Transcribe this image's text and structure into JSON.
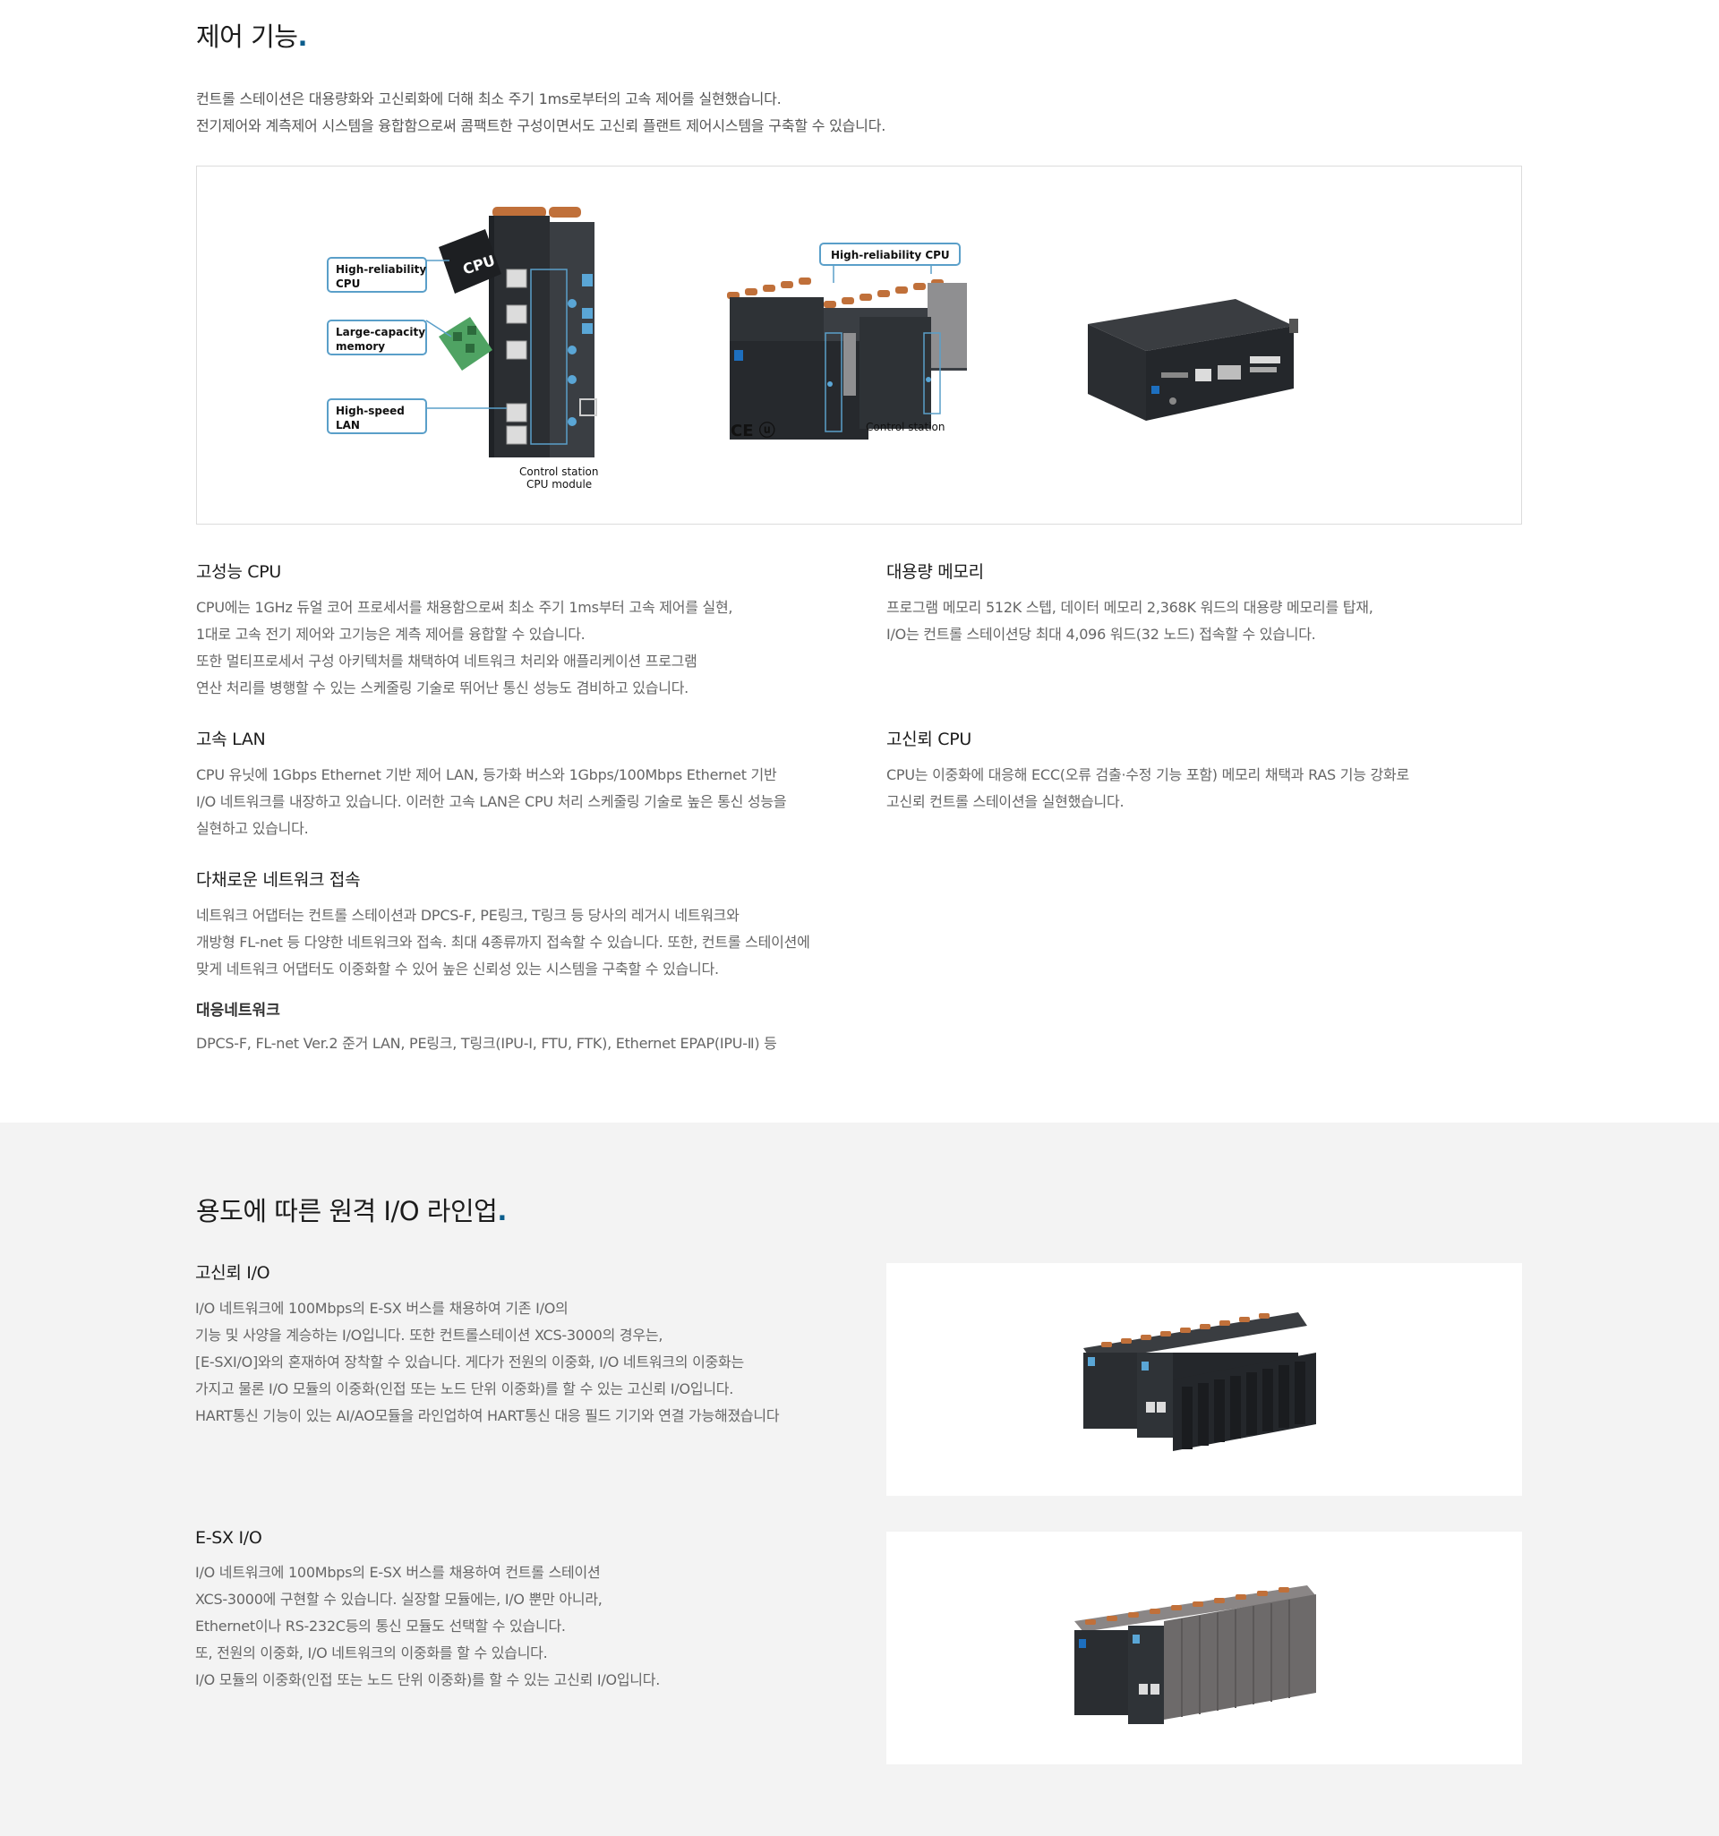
{
  "control": {
    "title": "제어 기능",
    "intro": [
      "컨트롤 스테이션은 대용량화와 고신뢰화에 더해 최소 주기 1ms로부터의 고속 제어를 실현했습니다.",
      "전기제어와 계측제어 시스템을 융합함으로써 콤팩트한 구성이면서도 고신뢰 플랜트 제어시스템을 구축할 수 있습니다."
    ],
    "figure": {
      "callout_cpu": [
        "High-reliability",
        "CPU"
      ],
      "callout_memory": [
        "Large-capacity",
        "memory"
      ],
      "callout_lan": [
        "High-speed",
        "LAN"
      ],
      "chip_label": "CPU",
      "caption_module": [
        "Control station",
        "CPU module"
      ],
      "callout_cpu2": "High-reliability CPU",
      "caption_station": "Control station",
      "cert": "CE ⓤ"
    },
    "features": {
      "cpu": {
        "title": "고성능 CPU",
        "lines": [
          "CPU에는 1GHz 듀얼 코어 프로세서를 채용함으로써 최소 주기 1ms부터 고속 제어를 실현,",
          "1대로 고속 전기 제어와 고기능은 계측 제어를 융합할 수 있습니다.",
          "또한 멀티프로세서 구성 아키텍처를 채택하여 네트워크 처리와 애플리케이션 프로그램",
          "연산 처리를 병행할 수 있는 스케줄링 기술로 뛰어난 통신 성능도 겸비하고 있습니다."
        ]
      },
      "memory": {
        "title": "대용량 메모리",
        "lines": [
          "프로그램 메모리 512K 스텝, 데이터 메모리 2,368K 워드의 대용량 메모리를 탑재,",
          "I/O는 컨트롤 스테이션당 최대 4,096 워드(32 노드) 접속할 수 있습니다."
        ]
      },
      "lan": {
        "title": "고속 LAN",
        "lines": [
          "CPU 유닛에 1Gbps Ethernet 기반 제어 LAN, 등가화 버스와 1Gbps/100Mbps Ethernet 기반",
          "I/O 네트워크를 내장하고 있습니다. 이러한 고속 LAN은 CPU 처리 스케줄링 기술로 높은 통신 성능을",
          "실현하고 있습니다."
        ]
      },
      "reliable": {
        "title": "고신뢰 CPU",
        "lines": [
          "CPU는 이중화에 대응해 ECC(오류 검출·수정 기능 포함) 메모리 채택과 RAS 기능 강화로",
          "고신뢰 컨트롤 스테이션을 실현했습니다."
        ]
      },
      "network": {
        "title": "다채로운 네트워크 접속",
        "lines": [
          "네트워크 어댑터는 컨트롤 스테이션과 DPCS-F, PE링크, T링크 등 당사의 레거시 네트워크와",
          "개방형 FL-net 등 다양한 네트워크와 접속. 최대 4종류까지 접속할 수 있습니다. 또한, 컨트롤 스테이션에",
          "맞게 네트워크 어댑터도 이중화할 수 있어 높은 신뢰성 있는 시스템을 구축할 수 있습니다."
        ],
        "sub_title": "대응네트워크",
        "sub_line": "DPCS-F, FL-net Ver.2 준거 LAN, PE링크, T링크(IPU-Ⅰ, FTU, FTK), Ethernet EPAP(IPU-Ⅱ) 등"
      }
    }
  },
  "remote_io": {
    "title": "용도에 따른 원격 I/O 라인업",
    "items": [
      {
        "title": "고신뢰 I/O",
        "lines": [
          "I/O 네트워크에 100Mbps의 E-SX 버스를 채용하여 기존 I/O의",
          "기능 및 사양을 계승하는 I/O입니다. 또한 컨트롤스테이션 XCS-3000의 경우는,",
          "[E-SXI/O]와의 혼재하여 장착할 수 있습니다. 게다가 전원의 이중화, I/O 네트워크의 이중화는",
          "가지고 물론 I/O 모듈의 이중화(인접 또는 노드 단위 이중화)를 할 수 있는 고신뢰 I/O입니다.",
          "HART통신 기능이 있는 AI/AO모듈을 라인업하여 HART통신 대응 필드 기기와 연결 가능해졌습니다"
        ]
      },
      {
        "title": "E-SX I/O",
        "lines": [
          "I/O 네트워크에 100Mbps의 E-SX 버스를 채용하여 컨트롤 스테이션",
          "XCS-3000에 구현할 수 있습니다. 실장할 모듈에는, I/O 뿐만 아니라,",
          "Ethernet이나 RS-232C등의 통신 모듈도 선택할 수 있습니다.",
          "또, 전원의 이중화, I/O 네트워크의 이중화를 할 수 있습니다.",
          "I/O 모듈의 이중화(인접 또는 노드 단위 이중화)를 할 수 있는 고신뢰 I/O입니다."
        ]
      }
    ]
  },
  "colors": {
    "accent": "#0b5d8c",
    "callout_border": "#5a9fc9",
    "section_bg": "#f3f3f3"
  }
}
